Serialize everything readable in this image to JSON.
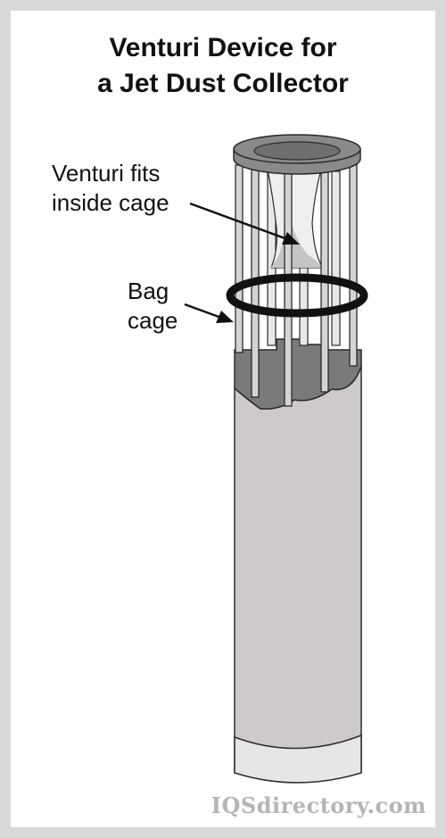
{
  "title": {
    "line1": "Venturi Device for",
    "line2": "a Jet Dust Collector"
  },
  "callouts": {
    "venturi": {
      "line1": "Venturi fits",
      "line2": "inside cage"
    },
    "bag_cage": {
      "line1": "Bag",
      "line2": "cage"
    }
  },
  "watermark": "IQSdirectory.com",
  "colors": {
    "background": "#d9d9d9",
    "panel": "#ffffff",
    "bag_fabric": "#cfcaca",
    "dust": "#7a7a7a",
    "rim": "#8a8a8a",
    "cage_bar": "#cfcfcf",
    "outline": "#2b2b2b",
    "ring": "#111111"
  }
}
